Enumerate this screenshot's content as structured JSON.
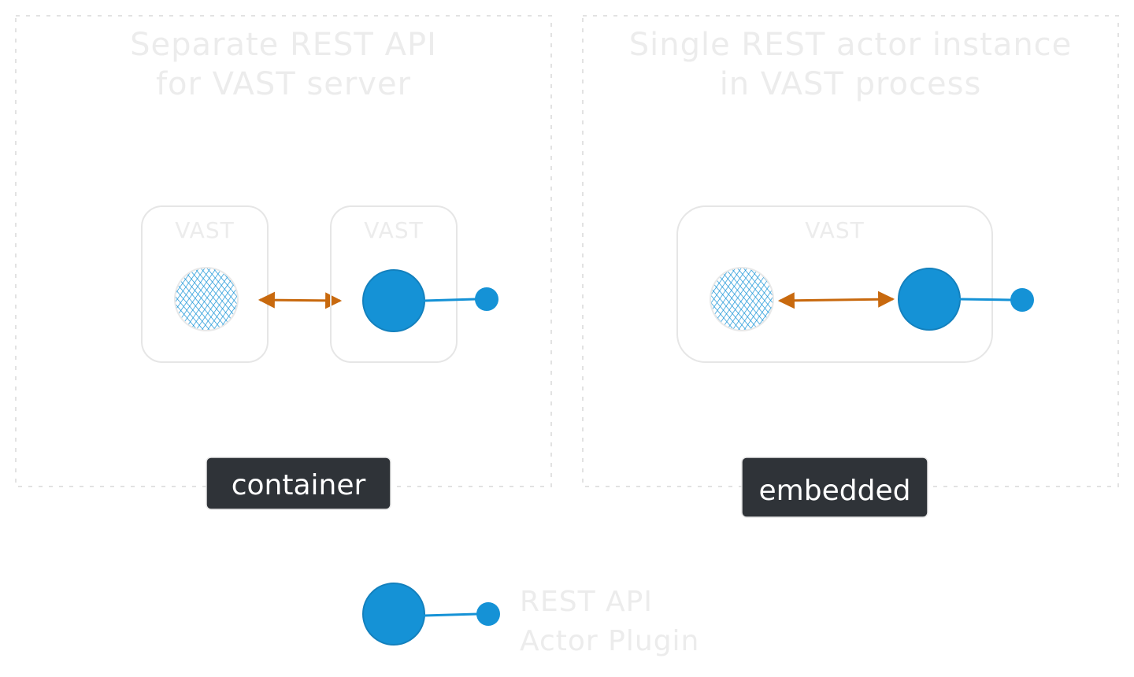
{
  "colors": {
    "actor_blue": "#1592d6",
    "arrow_orange": "#c8690e",
    "badge_bg": "#2f3338",
    "faint_outline": "#e4e4e4",
    "faint_text": "#ececec"
  },
  "panels": [
    {
      "title_line1": "Separate REST API",
      "title_line2": "for VAST server",
      "badge": "container",
      "boxes": [
        {
          "label": "VAST",
          "content": "hatched-node"
        },
        {
          "label": "VAST",
          "content": "rest-actor"
        }
      ]
    },
    {
      "title_line1": "Single REST actor instance",
      "title_line2": "in VAST process",
      "badge": "embedded",
      "boxes": [
        {
          "label": "VAST",
          "content": "hatched-node-and-rest-actor"
        }
      ]
    }
  ],
  "legend": {
    "icon": "rest-actor-plugin-icon",
    "line1": "REST API",
    "line2": "Actor Plugin"
  }
}
